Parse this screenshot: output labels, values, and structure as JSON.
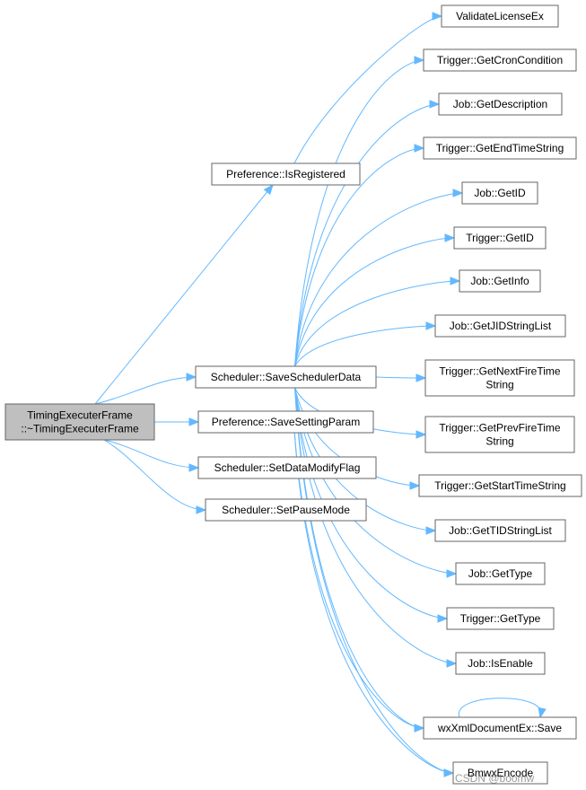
{
  "diagram": {
    "nodes": [
      {
        "id": "root",
        "lines": [
          "TimingExecuterFrame",
          "::~TimingExecuterFrame"
        ],
        "root": true
      },
      {
        "id": "validate",
        "lines": [
          "ValidateLicenseEx"
        ]
      },
      {
        "id": "isreg",
        "lines": [
          "Preference::IsRegistered"
        ]
      },
      {
        "id": "trig_cron",
        "lines": [
          "Trigger::GetCronCondition"
        ]
      },
      {
        "id": "job_desc",
        "lines": [
          "Job::GetDescription"
        ]
      },
      {
        "id": "trig_end",
        "lines": [
          "Trigger::GetEndTimeString"
        ]
      },
      {
        "id": "job_id",
        "lines": [
          "Job::GetID"
        ]
      },
      {
        "id": "trig_id",
        "lines": [
          "Trigger::GetID"
        ]
      },
      {
        "id": "job_info",
        "lines": [
          "Job::GetInfo"
        ]
      },
      {
        "id": "job_jid",
        "lines": [
          "Job::GetJIDStringList"
        ]
      },
      {
        "id": "save_sched",
        "lines": [
          "Scheduler::SaveSchedulerData"
        ]
      },
      {
        "id": "trig_next",
        "lines": [
          "Trigger::GetNextFireTime",
          "String"
        ]
      },
      {
        "id": "save_setting",
        "lines": [
          "Preference::SaveSettingParam"
        ]
      },
      {
        "id": "trig_prev",
        "lines": [
          "Trigger::GetPrevFireTime",
          "String"
        ]
      },
      {
        "id": "set_modify",
        "lines": [
          "Scheduler::SetDataModifyFlag"
        ]
      },
      {
        "id": "trig_start",
        "lines": [
          "Trigger::GetStartTimeString"
        ]
      },
      {
        "id": "set_pause",
        "lines": [
          "Scheduler::SetPauseMode"
        ]
      },
      {
        "id": "job_tid",
        "lines": [
          "Job::GetTIDStringList"
        ]
      },
      {
        "id": "job_type",
        "lines": [
          "Job::GetType"
        ]
      },
      {
        "id": "trig_type",
        "lines": [
          "Trigger::GetType"
        ]
      },
      {
        "id": "job_enable",
        "lines": [
          "Job::IsEnable"
        ]
      },
      {
        "id": "xml_save",
        "lines": [
          "wxXmlDocumentEx::Save"
        ]
      },
      {
        "id": "bmwx",
        "lines": [
          "BmwxEncode"
        ]
      }
    ],
    "edges": [
      {
        "from": "root",
        "to": "isreg"
      },
      {
        "from": "root",
        "to": "save_sched"
      },
      {
        "from": "root",
        "to": "save_setting"
      },
      {
        "from": "root",
        "to": "set_modify"
      },
      {
        "from": "root",
        "to": "set_pause"
      },
      {
        "from": "isreg",
        "to": "validate"
      },
      {
        "from": "save_sched",
        "to": "trig_cron"
      },
      {
        "from": "save_sched",
        "to": "job_desc"
      },
      {
        "from": "save_sched",
        "to": "trig_end"
      },
      {
        "from": "save_sched",
        "to": "job_id"
      },
      {
        "from": "save_sched",
        "to": "trig_id"
      },
      {
        "from": "save_sched",
        "to": "job_info"
      },
      {
        "from": "save_sched",
        "to": "job_jid"
      },
      {
        "from": "save_sched",
        "to": "trig_next"
      },
      {
        "from": "save_sched",
        "to": "trig_prev"
      },
      {
        "from": "save_sched",
        "to": "trig_start"
      },
      {
        "from": "save_sched",
        "to": "job_tid"
      },
      {
        "from": "save_sched",
        "to": "job_type"
      },
      {
        "from": "save_sched",
        "to": "trig_type"
      },
      {
        "from": "save_sched",
        "to": "job_enable"
      },
      {
        "from": "save_sched",
        "to": "xml_save"
      },
      {
        "from": "save_sched",
        "to": "bmwx"
      },
      {
        "from": "save_setting",
        "to": "xml_save"
      },
      {
        "from": "save_setting",
        "to": "bmwx"
      },
      {
        "from": "xml_save",
        "to": "xml_save"
      }
    ]
  },
  "watermark": "CSDN @boomw"
}
